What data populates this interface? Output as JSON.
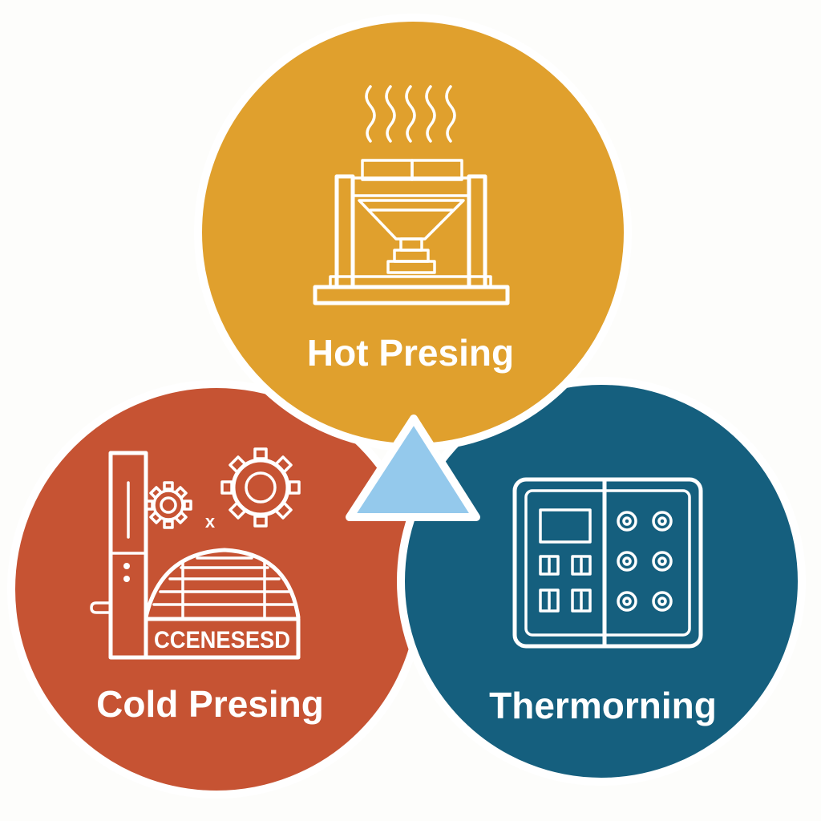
{
  "colors": {
    "background": "#fdfdfb",
    "hot": "#e0a02d",
    "cold": "#c65333",
    "thermo": "#155f7e",
    "triangle": "#94c9ec",
    "line": "#ffffff"
  },
  "nodes": {
    "hot": {
      "label": "Hot Presing",
      "icon": "heated-press-icon"
    },
    "cold": {
      "label": "Cold Presing",
      "icon": "cold-press-machine-icon",
      "stamp_text": "CCENESESD",
      "mark": "x"
    },
    "thermo": {
      "label": "Thermorning",
      "icon": "control-panel-icon"
    }
  },
  "center": {
    "icon": "triangle-icon"
  }
}
